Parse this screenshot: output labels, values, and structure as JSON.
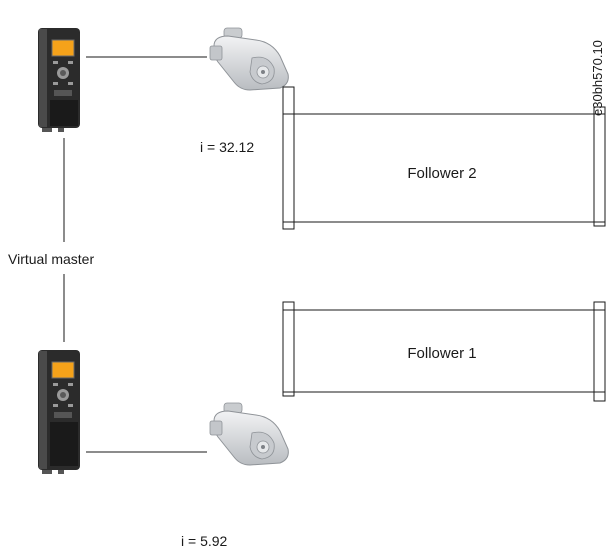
{
  "doc_id": "e30bh570.10",
  "virtual_master_label": "Virtual master",
  "follower_top_label": "Follower 2",
  "follower_bottom_label": "Follower 1",
  "ratio_top": "i = 32.12",
  "ratio_bottom": "i = 5.92",
  "colors": {
    "drive_body": "#2b2b2b",
    "drive_display": "#f5a21a",
    "motor_body": "#d9dcdf",
    "line": "#1a1a1a"
  }
}
